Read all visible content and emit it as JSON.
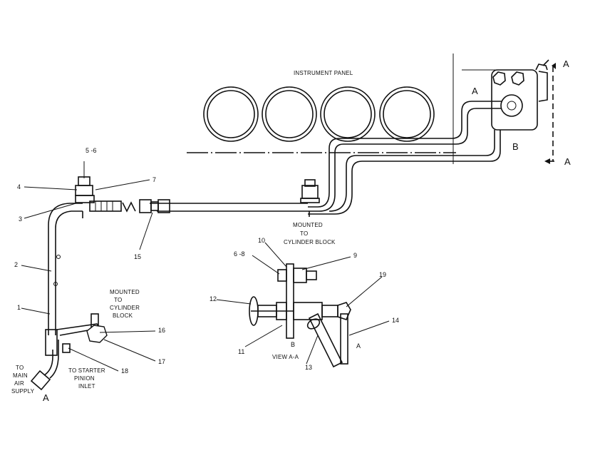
{
  "instrument_panel_label": "INSTRUMENT PANEL",
  "section_marks": {
    "a_top": "A",
    "a_bottom": "A",
    "a_left": "A",
    "a_tube": "A",
    "b_tube": "B",
    "a_view": "A",
    "b_view": "B"
  },
  "notes": {
    "mounted_upper": [
      "MOUNTED",
      "TO",
      "CYLINDER BLOCK"
    ],
    "mounted_lower": [
      "MOUNTED",
      "TO",
      "CYLINDER",
      "BLOCK"
    ],
    "main_air": [
      "TO",
      "MAIN",
      "AIR",
      "SUPPLY"
    ],
    "starter": [
      "TO STARTER",
      "PINION",
      "INLET"
    ],
    "view": "VIEW  A-A"
  },
  "callouts": {
    "c1": "1",
    "c2": "2",
    "c3": "3",
    "c4": "4",
    "c56": "5 -6",
    "c7": "7",
    "c68": "6 -8",
    "c9": "9",
    "c10": "10",
    "c11": "11",
    "c12": "12",
    "c13": "13",
    "c14": "14",
    "c15": "15",
    "c16": "16",
    "c17": "17",
    "c18": "18",
    "c19": "19"
  }
}
